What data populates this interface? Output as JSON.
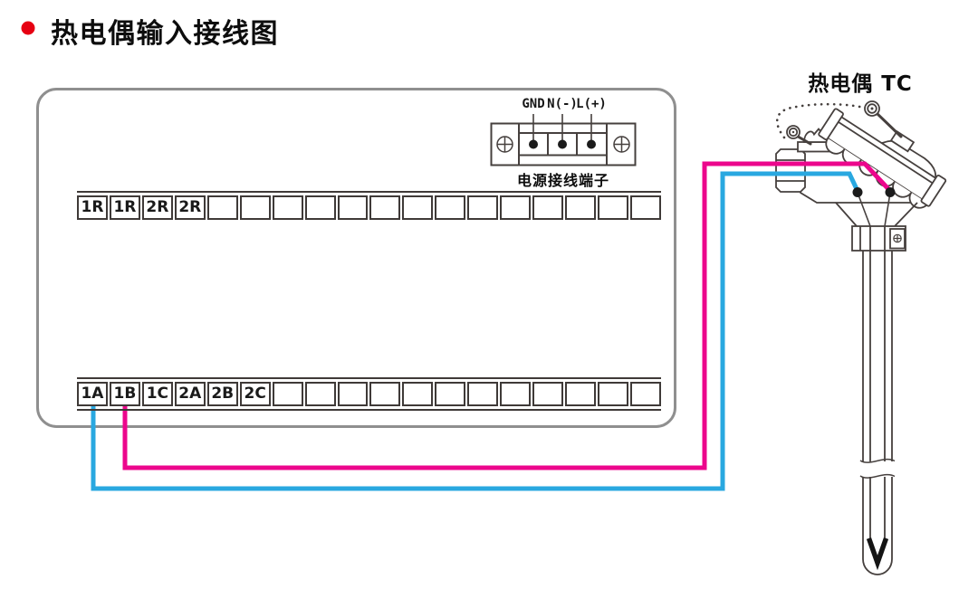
{
  "title": {
    "text": "热电偶输入接线图",
    "bullet_color": "#e60012"
  },
  "thermocouple_label": "热电偶 TC",
  "power_terminal": {
    "labels": [
      "GND",
      "N(-)",
      "L(+)"
    ],
    "caption": "电源接线端子"
  },
  "upper_strip": {
    "cells": [
      "1R",
      "1R",
      "2R",
      "2R",
      "",
      "",
      "",
      "",
      "",
      "",
      "",
      "",
      "",
      "",
      "",
      "",
      "",
      ""
    ]
  },
  "lower_strip": {
    "cells": [
      "1A",
      "1B",
      "1C",
      "2A",
      "2B",
      "2C",
      "",
      "",
      "",
      "",
      "",
      "",
      "",
      "",
      "",
      "",
      "",
      ""
    ]
  },
  "wires": [
    {
      "name": "thermocouple-negative-wire",
      "terminal": "1A",
      "color": "#29a8e0"
    },
    {
      "name": "thermocouple-positive-wire",
      "terminal": "1B",
      "color": "#ec068c"
    }
  ],
  "colors": {
    "panel_border": "#8f8f8f",
    "diagram_line": "#46403e",
    "terminal_dot": "#1b1b1b"
  }
}
